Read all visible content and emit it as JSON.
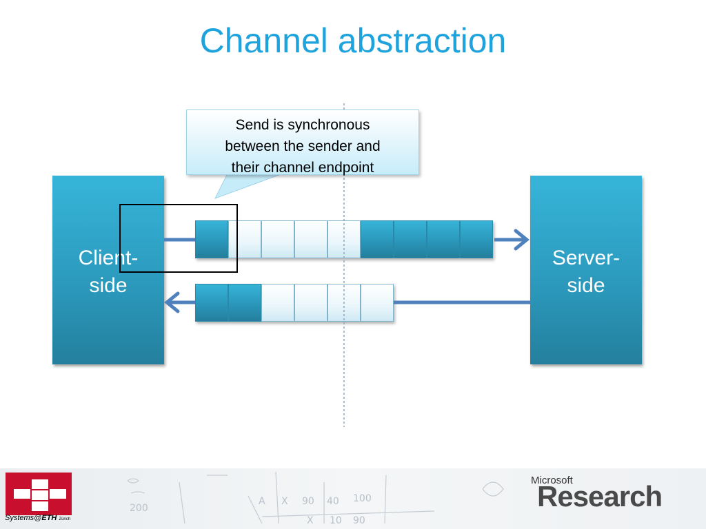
{
  "title": "Channel abstraction",
  "client": {
    "label_line1": "Client-",
    "label_line2": "side"
  },
  "server": {
    "label_line1": "Server-",
    "label_line2": "side"
  },
  "callout": {
    "line1": "Send is synchronous",
    "line2": "between the sender and",
    "line3": "their channel endpoint"
  },
  "queues": {
    "top": [
      "full",
      "empty",
      "empty",
      "empty",
      "empty",
      "full",
      "full",
      "full",
      "full"
    ],
    "bottom": [
      "full",
      "full",
      "empty",
      "empty",
      "empty",
      "empty"
    ]
  },
  "footer": {
    "left_logo": {
      "brand": "Systems@",
      "eth": "ETH",
      "city": "Zürich"
    },
    "right_logo": {
      "small": "Microsoft",
      "big": "Research"
    }
  },
  "colors": {
    "title": "#1fa3dc",
    "box": "#2b98bb",
    "arrow": "#4f81bd",
    "callout_fill": "#c7ecf9"
  }
}
